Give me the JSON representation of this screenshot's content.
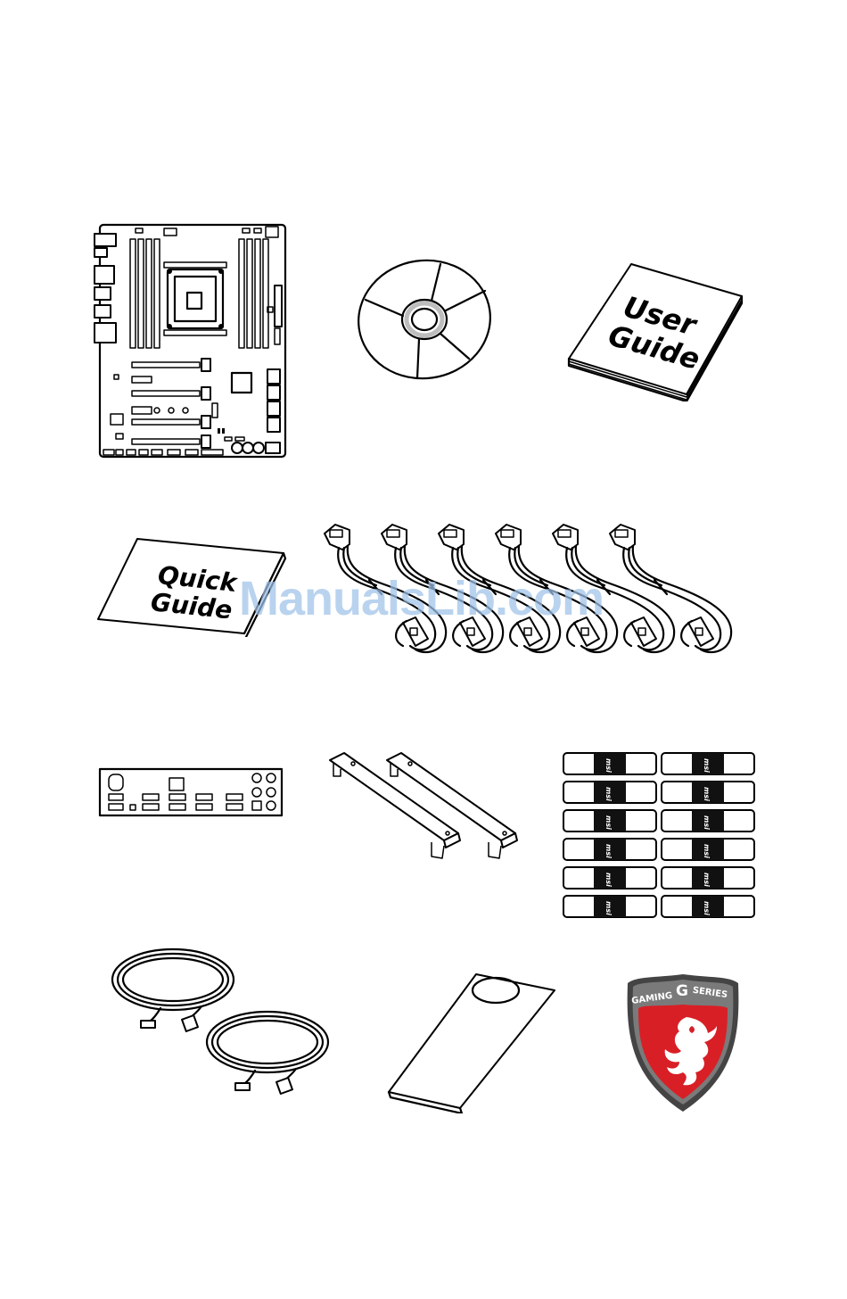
{
  "items": {
    "user_guide": {
      "line1": "User",
      "line2": "Guide"
    },
    "quick_guide": {
      "line1": "Quick",
      "line2": "Guide"
    },
    "cable_labels": {
      "text": "msi"
    },
    "badge": {
      "text_left": "GAMING",
      "text_g": "G",
      "text_right": "SERIES",
      "colors": {
        "shield": "#d81f26",
        "rim": "#444444"
      }
    }
  },
  "watermark": {
    "text": "ManualsLib.com",
    "color": "#9fc3ea"
  }
}
